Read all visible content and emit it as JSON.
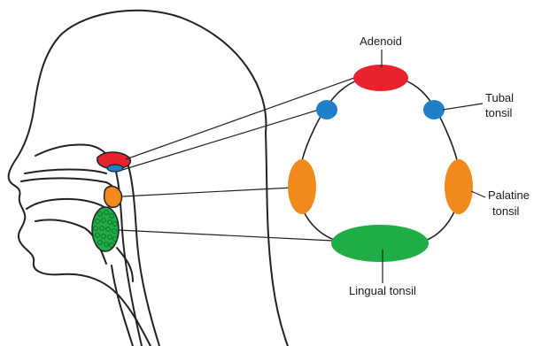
{
  "labels": {
    "adenoid": "Adenoid",
    "tubal_line1": "Tubal",
    "tubal_line2": "tonsil",
    "palatine_line1": "Palatine",
    "palatine_line2": "tonsil",
    "lingual": "Lingual tonsil"
  },
  "colors": {
    "adenoid": "#e8232e",
    "tubal": "#1f7fc8",
    "palatine": "#f08a1c",
    "lingual": "#1fae45",
    "outline": "#222222"
  }
}
